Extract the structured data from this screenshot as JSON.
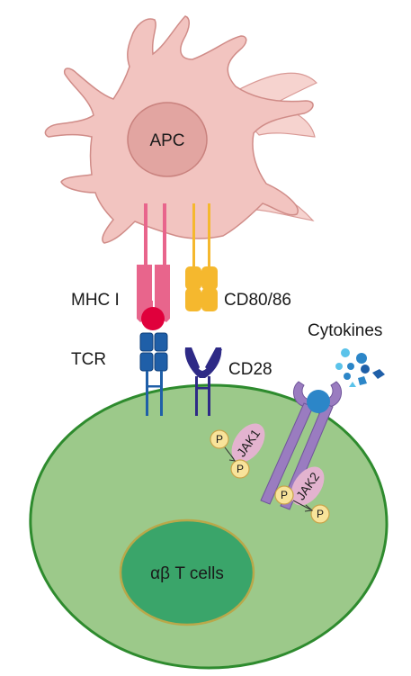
{
  "labels": {
    "apc": "APC",
    "mhc": "MHC I",
    "tcr": "TCR",
    "cd80": "CD80/86",
    "cd28": "CD28",
    "cytokines": "Cytokines",
    "jak1": "JAK1",
    "jak2": "JAK2",
    "phospho": "P",
    "tcell": "αβ T cells"
  },
  "colors": {
    "apc_body": "#f2c4c0",
    "apc_nucleus": "#e2a5a1",
    "mhc": "#e8658c",
    "peptide": "#e0003c",
    "tcr": "#1f5fa8",
    "cd80": "#f5b82e",
    "cd28": "#2e2a86",
    "tcell_body": "#9cc98a",
    "tcell_border": "#2e8b2e",
    "tcell_nucleus": "#3aa56a",
    "receptor": "#9a7cc0",
    "jak": "#e3b3cf",
    "phospho": "#f8e39a",
    "cytokine": "#2c86c8"
  }
}
